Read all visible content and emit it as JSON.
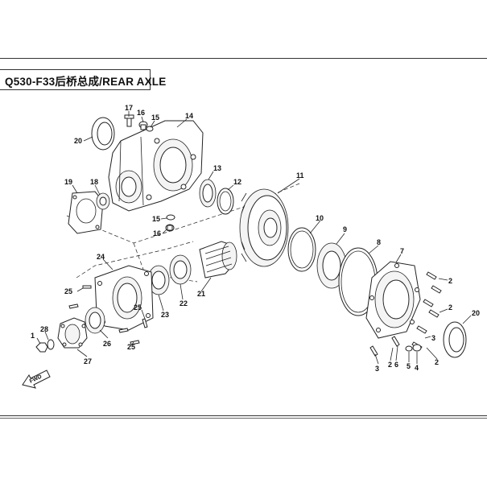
{
  "title": "Q530-F33后桥总成/REAR AXLE",
  "fwd_label": "FWD",
  "callouts": [
    {
      "id": "c17",
      "label": "17"
    },
    {
      "id": "c16a",
      "label": "16"
    },
    {
      "id": "c15a",
      "label": "15"
    },
    {
      "id": "c14",
      "label": "14"
    },
    {
      "id": "c20a",
      "label": "20"
    },
    {
      "id": "c13",
      "label": "13"
    },
    {
      "id": "c12",
      "label": "12"
    },
    {
      "id": "c11",
      "label": "11"
    },
    {
      "id": "c19",
      "label": "19"
    },
    {
      "id": "c18",
      "label": "18"
    },
    {
      "id": "c15b",
      "label": "15"
    },
    {
      "id": "c16b",
      "label": "16"
    },
    {
      "id": "c10",
      "label": "10"
    },
    {
      "id": "c9",
      "label": "9"
    },
    {
      "id": "c8",
      "label": "8"
    },
    {
      "id": "c7",
      "label": "7"
    },
    {
      "id": "c24",
      "label": "24"
    },
    {
      "id": "c21",
      "label": "21"
    },
    {
      "id": "c2a",
      "label": "2"
    },
    {
      "id": "c25a",
      "label": "25"
    },
    {
      "id": "c22",
      "label": "22"
    },
    {
      "id": "c2b",
      "label": "2"
    },
    {
      "id": "c25b",
      "label": "25"
    },
    {
      "id": "c23",
      "label": "23"
    },
    {
      "id": "c20b",
      "label": "20"
    },
    {
      "id": "c1",
      "label": "1"
    },
    {
      "id": "c28",
      "label": "28"
    },
    {
      "id": "c26",
      "label": "26"
    },
    {
      "id": "c25c",
      "label": "25"
    },
    {
      "id": "c3a",
      "label": "3"
    },
    {
      "id": "c6",
      "label": "6"
    },
    {
      "id": "c2c",
      "label": "2"
    },
    {
      "id": "c5",
      "label": "5"
    },
    {
      "id": "c4",
      "label": "4"
    },
    {
      "id": "c2d",
      "label": "2"
    },
    {
      "id": "c27",
      "label": "27"
    },
    {
      "id": "c3b",
      "label": "3"
    }
  ]
}
